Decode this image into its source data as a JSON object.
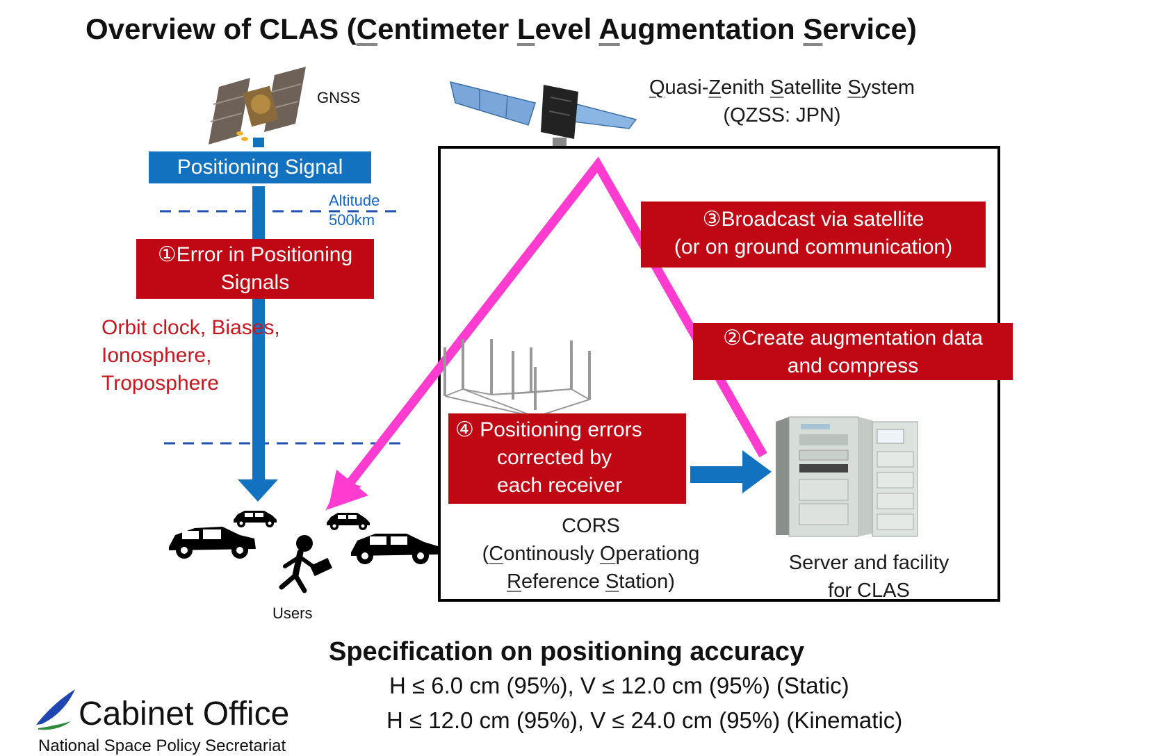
{
  "title": {
    "prefix": "Overview of CLAS (",
    "word1_initial": "C",
    "word1_rest": "entimeter ",
    "word2_initial": "L",
    "word2_rest": "evel ",
    "word3_initial": "A",
    "word3_rest": "ugmentation ",
    "word4_initial": "S",
    "word4_rest": "ervice)"
  },
  "gnss": {
    "label": "GNSS",
    "signal_box": "Positioning Signal",
    "altitude_line1": "Altitude",
    "altitude_line2": "500km"
  },
  "qzss": {
    "q": "Q",
    "q_rest": "uasi-",
    "z": "Z",
    "z_rest": "enith ",
    "s1": "S",
    "s1_rest": "atellite ",
    "s2": "S",
    "s2_rest": "ystem",
    "line2": "(QZSS: JPN)"
  },
  "steps": {
    "step1_line1": "①Error in Positioning",
    "step1_line2": "Signals",
    "step2_line1": "②Create augmentation data",
    "step2_line2": "and compress",
    "step3_line1": "③Broadcast via satellite",
    "step3_line2": "(or on ground communication)",
    "step4_line1": "④ Positioning errors",
    "step4_line2": "corrected by",
    "step4_line3": "each receiver"
  },
  "error_sources": {
    "line1": "Orbit clock, Biases,",
    "line2": "Ionosphere,",
    "line3": "Troposphere"
  },
  "users": {
    "label": "Users"
  },
  "cors": {
    "line1": "CORS",
    "open_paren": "(",
    "c": "C",
    "c_rest": "ontinously ",
    "o": "O",
    "o_rest": "perationg",
    "r": "R",
    "r_rest": "eference ",
    "s": "S",
    "s_rest": "tation)"
  },
  "server": {
    "line1": "Server and facility",
    "line2": "for CLAS"
  },
  "spec": {
    "title": "Specification on positioning accuracy",
    "static": "H ≤ 6.0 cm (95%), V ≤ 12.0 cm (95%) (Static)",
    "kinematic": "H ≤ 12.0 cm (95%), V ≤ 24.0 cm (95%) (Kinematic)"
  },
  "logo": {
    "name": "Cabinet Office",
    "subtitle": "National Space Policy Secretariat"
  },
  "colors": {
    "step_red": "#c00815",
    "signal_blue": "#1372c0",
    "broadcast_magenta": "#ff3ccf",
    "error_text_red": "#c8161e",
    "altitude_blue": "#1466c8"
  }
}
